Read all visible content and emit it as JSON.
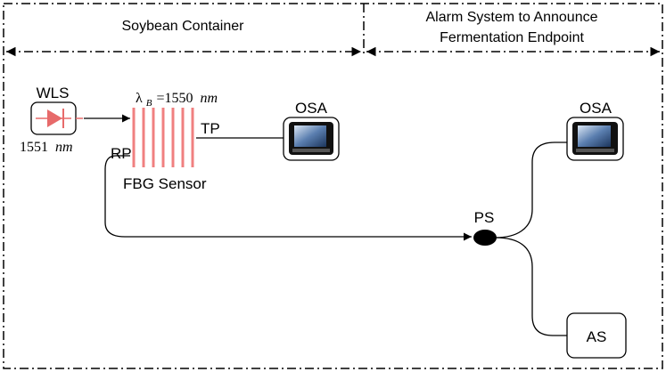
{
  "sections": {
    "left_title": "Soybean Container",
    "right_title_line1": "Alarm System to Announce",
    "right_title_line2": "Fermentation Endpoint"
  },
  "source": {
    "label": "WLS",
    "wavelength_value": "1551",
    "wavelength_unit": "nm"
  },
  "sensor": {
    "label": "FBG Sensor",
    "bragg_symbol": "λ",
    "bragg_subscript": "B",
    "bragg_value": "=1550",
    "bragg_unit": "nm",
    "transmitted_port": "TP",
    "reflected_port": "RP"
  },
  "analyzers": {
    "top_label": "OSA",
    "right_label": "OSA"
  },
  "splitter": {
    "label": "PS"
  },
  "alarm": {
    "label": "AS"
  },
  "colors": {
    "grating": "#f08080",
    "line": "#000000",
    "screen": "#2a4d7a"
  }
}
